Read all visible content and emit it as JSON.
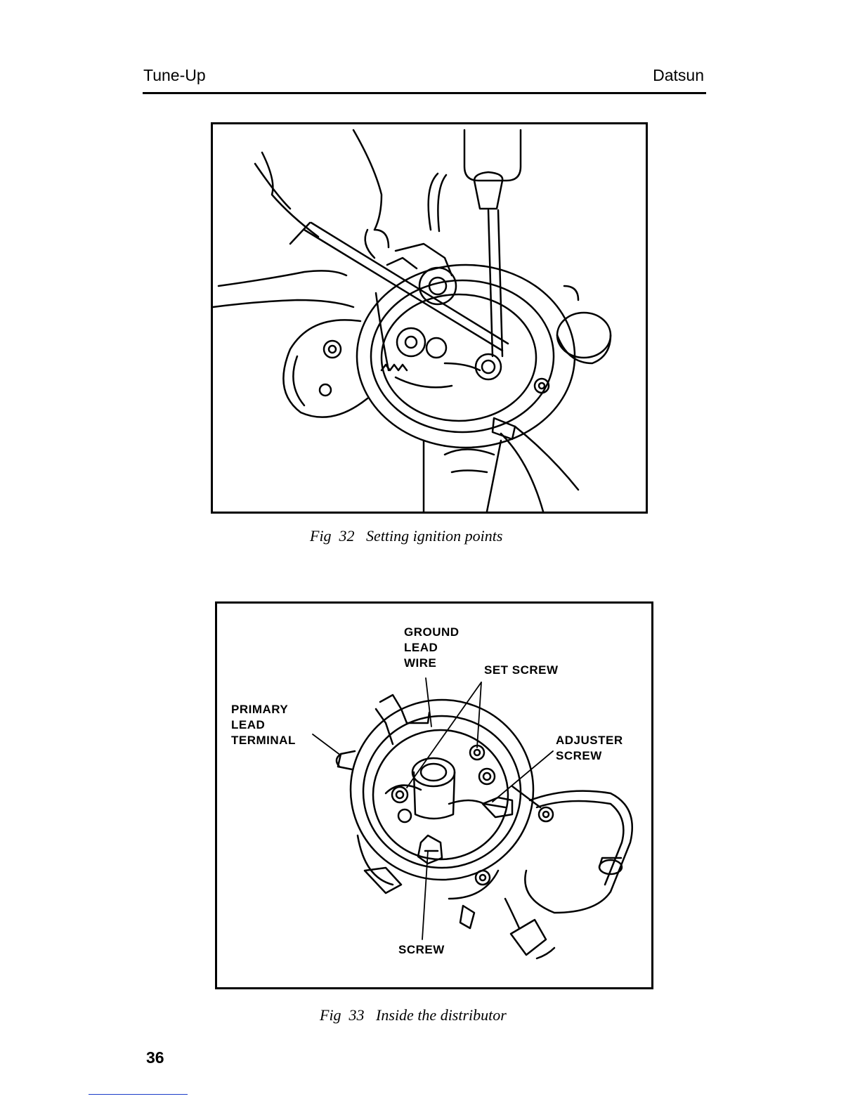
{
  "header": {
    "left": "Tune-Up",
    "right": "Datsun"
  },
  "figures": [
    {
      "caption": "Fig  32   Setting ignition points"
    },
    {
      "caption": "Fig  33   Inside the distributor",
      "labels": {
        "ground": [
          "GROUND",
          "LEAD",
          "WIRE"
        ],
        "set_screw": "SET SCREW",
        "primary": [
          "PRIMARY",
          "LEAD",
          "TERMINAL"
        ],
        "adjuster": [
          "ADJUSTER",
          "SCREW"
        ],
        "screw": "SCREW"
      }
    }
  ],
  "page_number": "36"
}
